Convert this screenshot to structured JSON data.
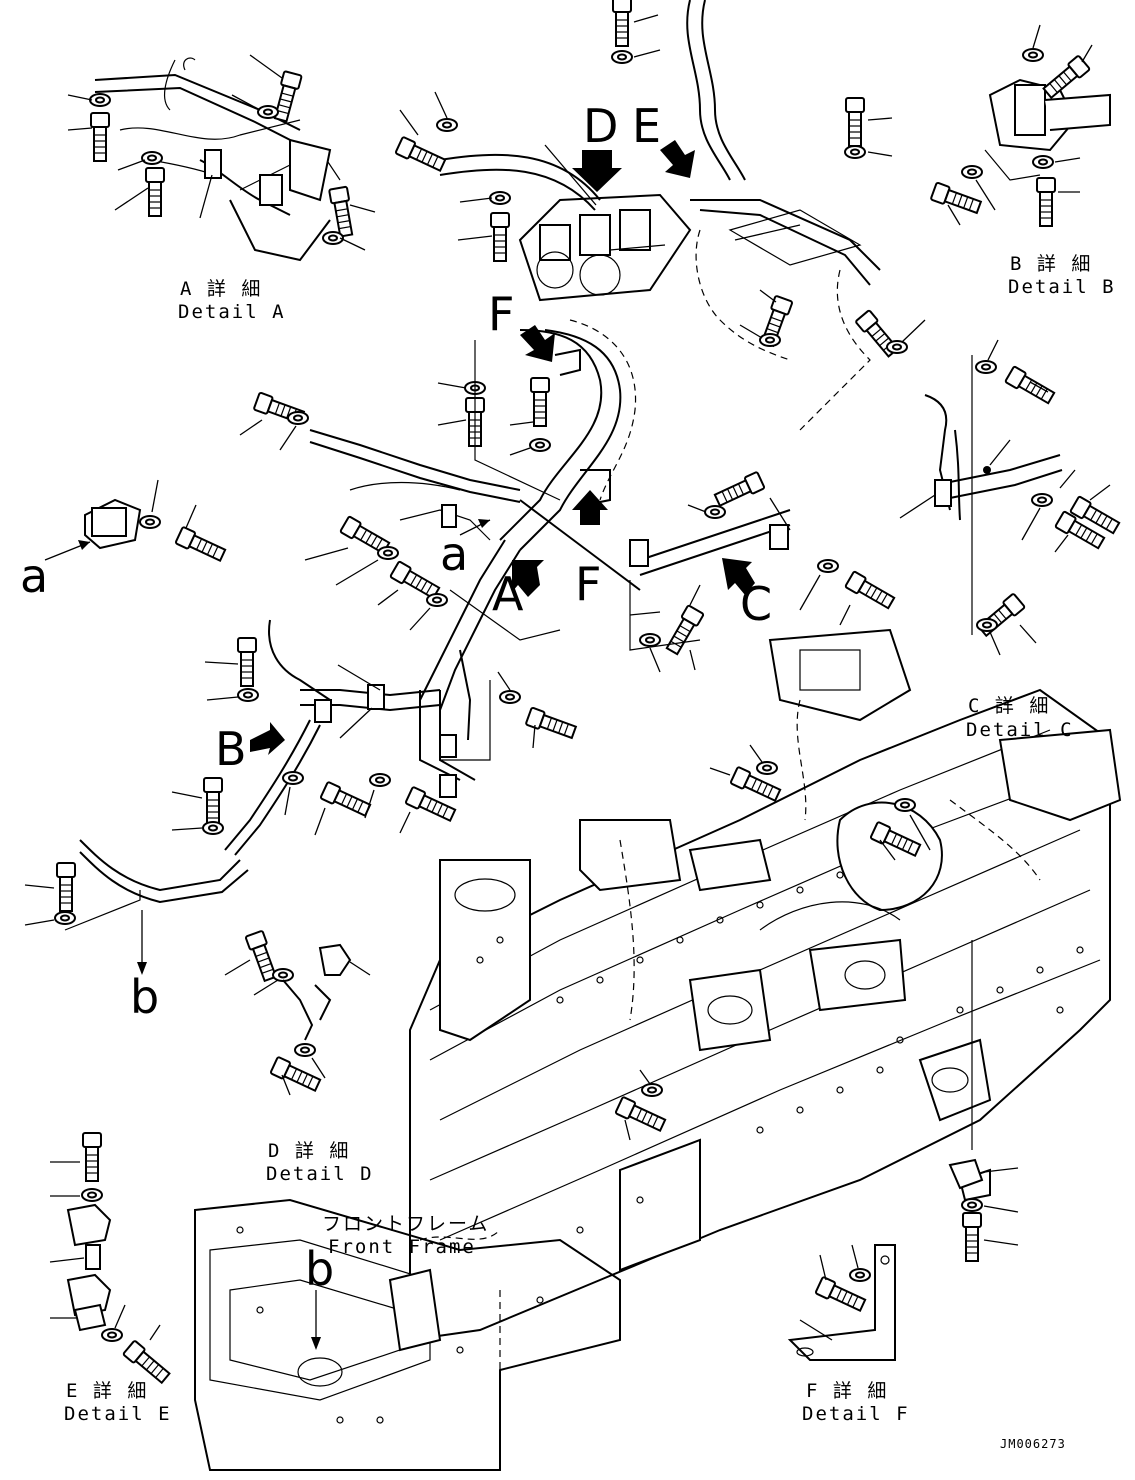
{
  "details": [
    {
      "id": "A",
      "jp": "A 詳 細",
      "en": "Detail A"
    },
    {
      "id": "B",
      "jp": "B 詳 細",
      "en": "Detail B"
    },
    {
      "id": "C",
      "jp": "C 詳 細",
      "en": "Detail C"
    },
    {
      "id": "D",
      "jp": "D 詳 細",
      "en": "Detail D"
    },
    {
      "id": "E",
      "jp": "E 詳 細",
      "en": "Detail E"
    },
    {
      "id": "F",
      "jp": "F 詳 細",
      "en": "Detail F"
    }
  ],
  "frame_label": {
    "jp": "フロントフレーム",
    "en": "Front Frame"
  },
  "view_letters": {
    "A": "A",
    "B": "B",
    "C": "C",
    "D": "D",
    "E": "E",
    "F1": "F",
    "F2": "F",
    "a1": "a",
    "a2": "a",
    "b1": "b",
    "b2": "b"
  },
  "drawing_code": "JM006273"
}
